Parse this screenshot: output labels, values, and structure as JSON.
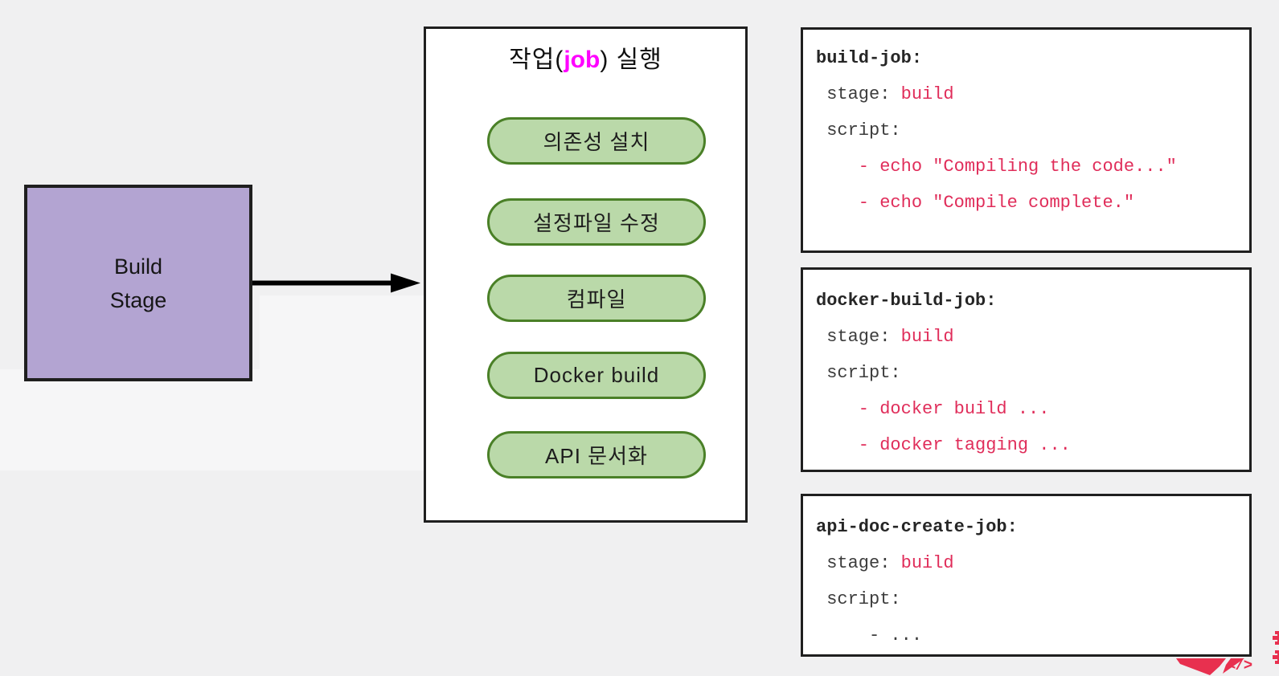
{
  "stage_box": {
    "label_lines": [
      "Build",
      "Stage"
    ]
  },
  "arrow": {
    "direction": "right"
  },
  "job_panel": {
    "title": {
      "prefix": "작업(",
      "highlight": "job",
      "suffix": ") 실행"
    },
    "pills": [
      {
        "label": "의존성 설치"
      },
      {
        "label": "설정파일 수정"
      },
      {
        "label": "컴파일"
      },
      {
        "label": "Docker build"
      },
      {
        "label": "API 문서화"
      }
    ]
  },
  "code_blocks": [
    {
      "name": "build-job",
      "lines": [
        [
          {
            "t": "build-job:",
            "s": "title"
          }
        ],
        [
          {
            "t": " stage: ",
            "s": "key"
          },
          {
            "t": "build",
            "s": "val"
          }
        ],
        [
          {
            "t": " script:",
            "s": "key"
          }
        ],
        [
          {
            "t": "    - echo \"Compiling the code...\"",
            "s": "val"
          }
        ],
        [
          {
            "t": "    - echo \"Compile complete.\"",
            "s": "val"
          }
        ]
      ]
    },
    {
      "name": "docker-build-job",
      "lines": [
        [
          {
            "t": "docker-build-job:",
            "s": "title"
          }
        ],
        [
          {
            "t": " stage: ",
            "s": "key"
          },
          {
            "t": "build",
            "s": "val"
          }
        ],
        [
          {
            "t": " script:",
            "s": "key"
          }
        ],
        [
          {
            "t": "    - docker build ...",
            "s": "val"
          }
        ],
        [
          {
            "t": "    - docker tagging ...",
            "s": "val"
          }
        ]
      ]
    },
    {
      "name": "api-doc-create-job",
      "lines": [
        [
          {
            "t": "api-doc-create-job:",
            "s": "title"
          }
        ],
        [
          {
            "t": " stage: ",
            "s": "key"
          },
          {
            "t": "build",
            "s": "val"
          }
        ],
        [
          {
            "t": " script:",
            "s": "key"
          }
        ],
        [
          {
            "t": "     - ...",
            "s": "key"
          }
        ]
      ]
    }
  ],
  "watermark": {
    "code_glyph": "</>"
  },
  "colors": {
    "background": "#f0f0f1",
    "patch": "#f6f6f7",
    "ink": "#1f1f1f",
    "stage_fill": "#b3a4d2",
    "pill_fill": "#bad9a9",
    "pill_border": "#4a8027",
    "code_title": "#262626",
    "code_key": "#3c3c3c",
    "code_value": "#e02d5a",
    "magenta": "#ff00ff",
    "watermark_red": "#e8304f"
  }
}
